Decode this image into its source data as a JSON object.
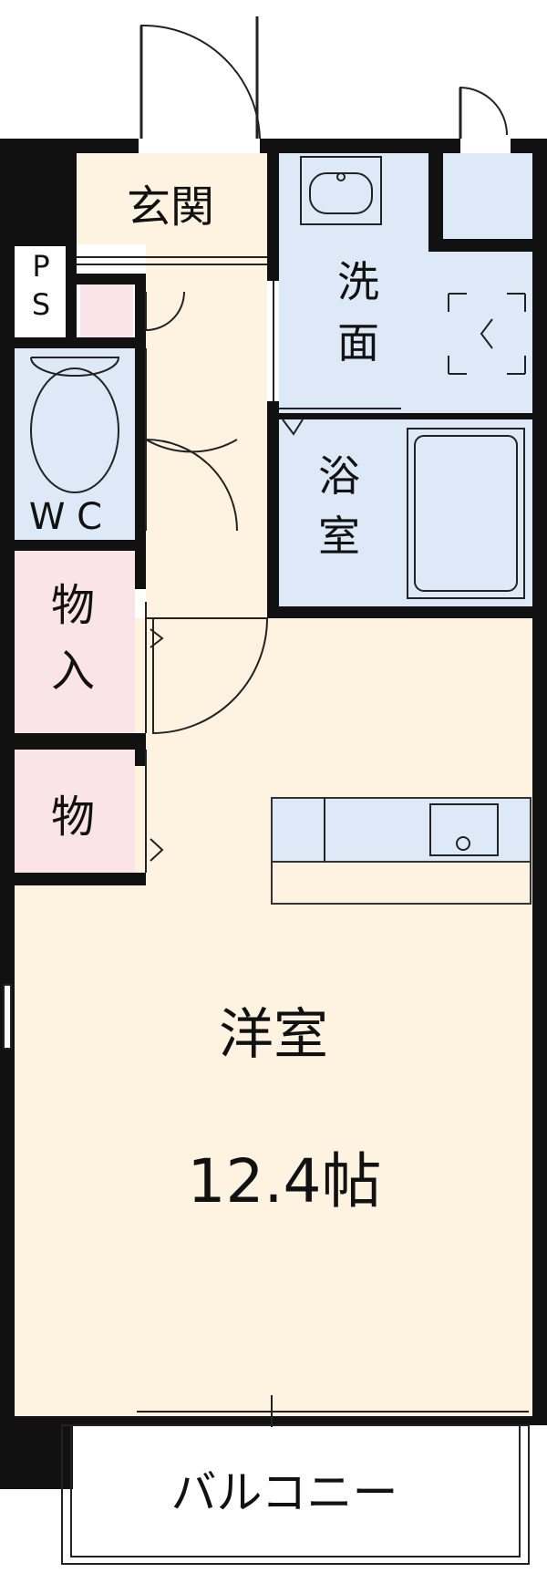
{
  "rooms": {
    "entrance": "玄関",
    "ps_top": "P",
    "ps_bottom": "S",
    "wc": "W C",
    "washroom_1": "洗",
    "washroom_2": "面",
    "bathroom_1": "浴",
    "bathroom_2": "室",
    "storage_1": "物",
    "storage_2": "入",
    "closet": "物",
    "western_room": "洋室",
    "western_room_size": "12.4帖",
    "balcony": "バルコニー"
  },
  "colors": {
    "western": "#fdf3e0",
    "wet_area": "#dde9f6",
    "storage": "#fbe3ea",
    "wall": "#111111"
  }
}
